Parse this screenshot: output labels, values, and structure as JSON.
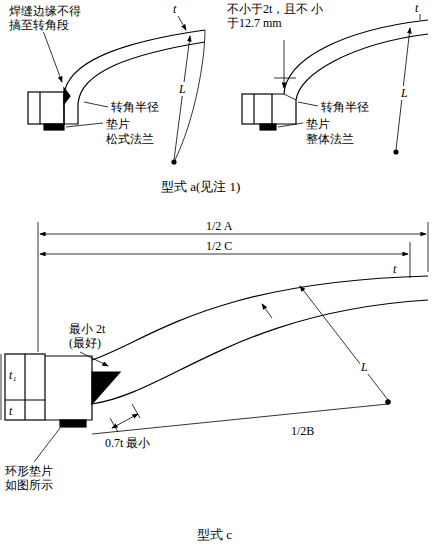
{
  "diagram": {
    "labels": [
      "焊缝边缘不得 搞至转角段",
      "转角半径",
      "垫片",
      "松式法兰",
      "t",
      "L",
      "不小于2t，且不 小于12.7 mm",
      "t",
      "转角半径",
      "L",
      "垫片",
      "整体法兰",
      "型式 a(见注 1)",
      "1/2 A",
      "1/2 C",
      "t",
      "最小 2t (最好)",
      "t₁",
      "t",
      "L",
      "1/2B",
      "0.7t 最小",
      "环形垫片 如图所示",
      "型式 c"
    ]
  }
}
